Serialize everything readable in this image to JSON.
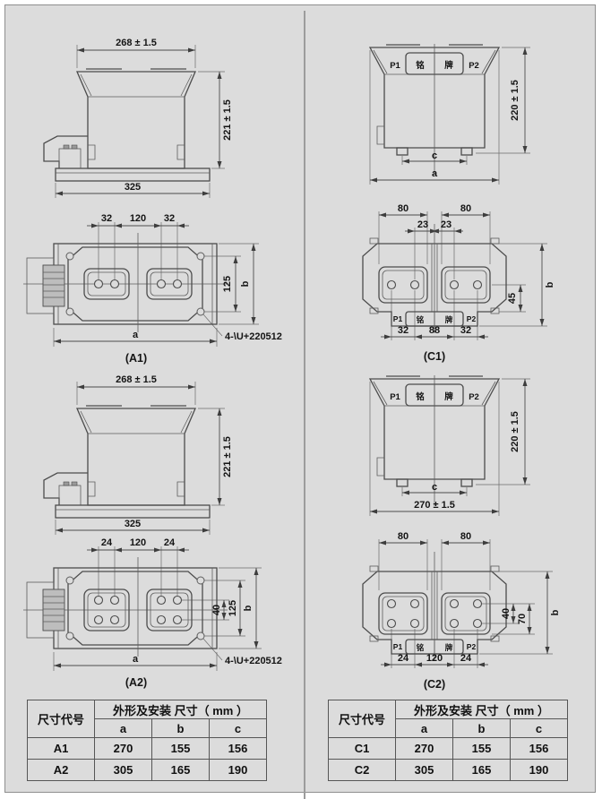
{
  "drawings": {
    "a_side": {
      "width_dim": "268 ± 1.5",
      "height_dim": "221 ± 1.5",
      "base_dim": "325"
    },
    "a1_top": {
      "left_dim": "32",
      "mid_dim": "120",
      "right_dim": "32",
      "hole_span_dim": "125",
      "plate_height_dim": "b",
      "width_dim": "a",
      "hole_note": "4-\\U+220512",
      "caption": "(A1)"
    },
    "a2_top": {
      "left_dim": "24",
      "mid_dim": "120",
      "right_dim": "24",
      "row_gap_dim": "40",
      "hole_span_dim": "125",
      "plate_height_dim": "b",
      "width_dim": "a",
      "hole_note": "4-\\U+220512",
      "caption": "(A2)"
    },
    "c1_front": {
      "p1": "P1",
      "p2": "P2",
      "nameplate_left": "铭",
      "nameplate_right": "牌",
      "height_dim": "220 ± 1.5",
      "feet_dim": "c",
      "width_dim": "a"
    },
    "c2_front": {
      "p1": "P1",
      "p2": "P2",
      "nameplate_left": "铭",
      "nameplate_right": "牌",
      "height_dim": "220 ± 1.5",
      "feet_dim": "c",
      "width_dim": "270 ± 1.5"
    },
    "c1_top": {
      "left_dim": "80",
      "right_dim": "80",
      "inner_left_dim": "23",
      "inner_right_dim": "23",
      "depth_dim": "45",
      "height_dim": "b",
      "bottom_left_dim": "32",
      "bottom_mid_dim": "88",
      "bottom_right_dim": "32",
      "p1": "P1",
      "p2": "P2",
      "nameplate_left": "铭",
      "nameplate_right": "牌",
      "caption": "(C1)"
    },
    "c2_top": {
      "left_dim": "80",
      "right_dim": "80",
      "row_gap_dim": "40",
      "row_span_dim": "70",
      "height_dim": "b",
      "bottom_left_dim": "24",
      "bottom_mid_dim": "120",
      "bottom_right_dim": "24",
      "p1": "P1",
      "p2": "P2",
      "nameplate_left": "铭",
      "nameplate_right": "牌",
      "caption": "(C2)"
    }
  },
  "tables": {
    "left": {
      "code_header": "尺寸代号",
      "dims_header": "外形及安装 尺寸（ mm ）",
      "col_a": "a",
      "col_b": "b",
      "col_c": "c",
      "rows": [
        {
          "code": "A1",
          "a": "270",
          "b": "155",
          "c": "156"
        },
        {
          "code": "A2",
          "a": "305",
          "b": "165",
          "c": "190"
        }
      ]
    },
    "right": {
      "code_header": "尺寸代号",
      "dims_header": "外形及安装 尺寸（ mm ）",
      "col_a": "a",
      "col_b": "b",
      "col_c": "c",
      "rows": [
        {
          "code": "C1",
          "a": "270",
          "b": "155",
          "c": "156"
        },
        {
          "code": "C2",
          "a": "305",
          "b": "165",
          "c": "190"
        }
      ]
    }
  }
}
